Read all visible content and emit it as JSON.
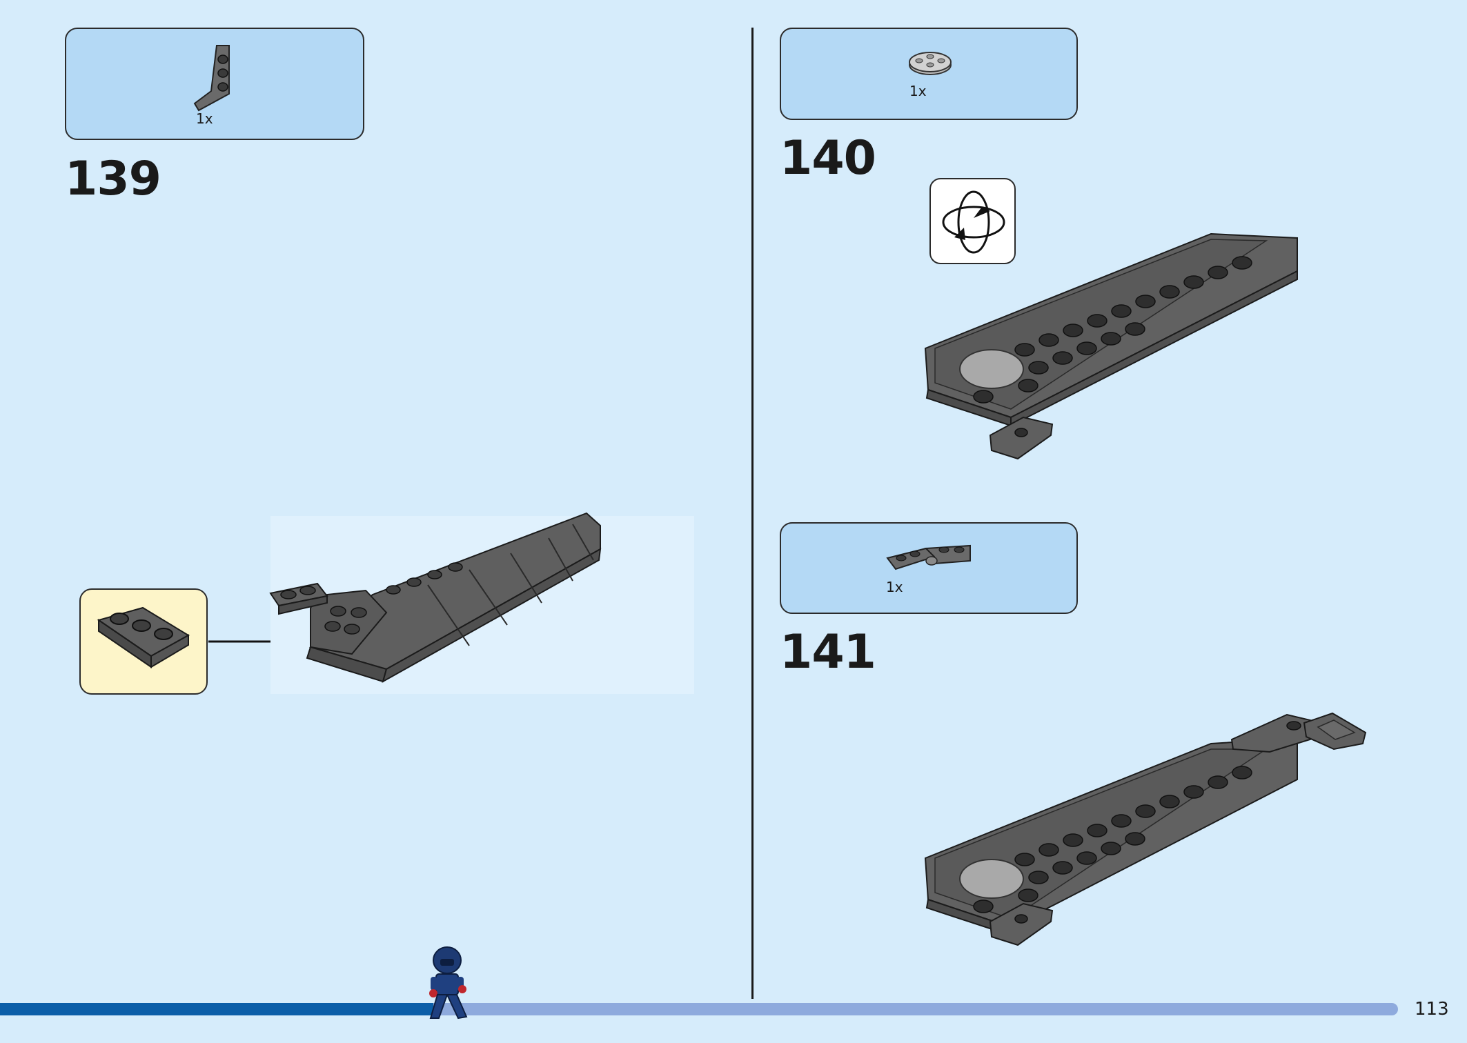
{
  "steps": [
    {
      "number": "139",
      "parts": [
        {
          "qty": "1x",
          "icon": "wedge-plate-icon"
        }
      ]
    },
    {
      "number": "140",
      "parts": [
        {
          "qty": "1x",
          "icon": "round-plate-icon"
        }
      ],
      "rotate_icon": "rotate-model-icon"
    },
    {
      "number": "141",
      "parts": [
        {
          "qty": "1x",
          "icon": "hinge-plate-icon"
        }
      ]
    }
  ],
  "progress": {
    "fraction": 0.31
  },
  "page_number": "113",
  "colors": {
    "background": "#d6ecfb",
    "parts_box": "#b4d9f5",
    "subassembly_box": "#fdf5c9",
    "brick_dark_gray": "#5f5f5f",
    "progress_fill": "#0b5ea8",
    "progress_track": "#8eaadd"
  }
}
